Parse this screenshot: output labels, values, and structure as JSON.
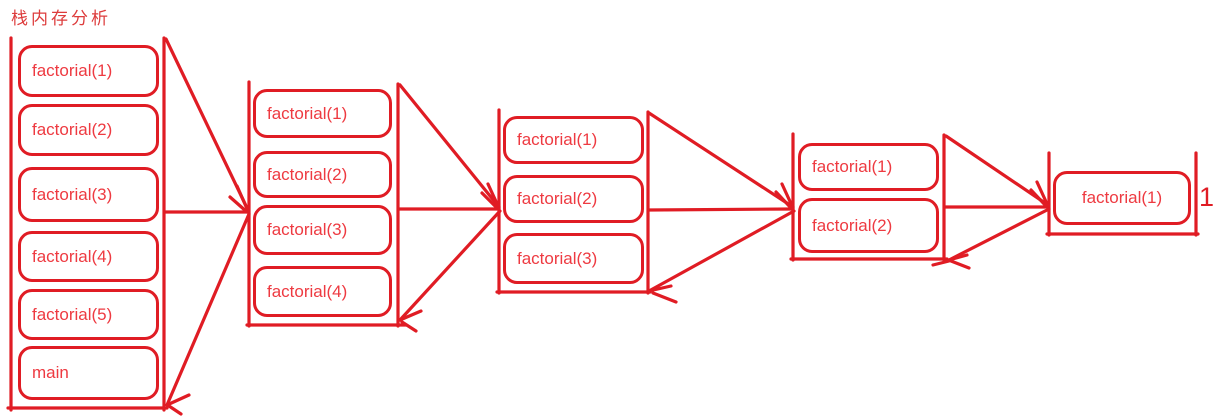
{
  "title": "栈内存分析",
  "result_label": "1",
  "colors": {
    "line": "#e01c24",
    "text": "#ee3a41",
    "title": "#dd3c3c"
  },
  "stacks": [
    {
      "name": "stack-1",
      "frames": [
        "factorial(1)",
        "factorial(2)",
        "factorial(3)",
        "factorial(4)",
        "factorial(5)",
        "main"
      ]
    },
    {
      "name": "stack-2",
      "frames": [
        "factorial(1)",
        "factorial(2)",
        "factorial(3)",
        "factorial(4)"
      ]
    },
    {
      "name": "stack-3",
      "frames": [
        "factorial(1)",
        "factorial(2)",
        "factorial(3)"
      ]
    },
    {
      "name": "stack-4",
      "frames": [
        "factorial(1)",
        "factorial(2)"
      ]
    },
    {
      "name": "stack-5",
      "frames": [
        "factorial(1)"
      ]
    }
  ]
}
